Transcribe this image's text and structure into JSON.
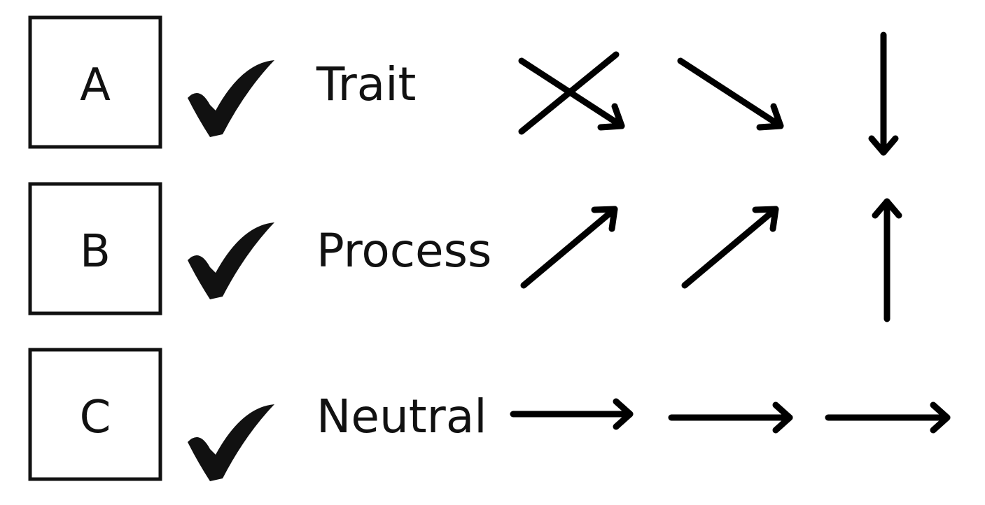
{
  "rows": [
    {
      "letter": "A",
      "label": "Trait",
      "checked": true,
      "arrows": [
        "crossed-down-right",
        "down-right",
        "down"
      ]
    },
    {
      "letter": "B",
      "label": "Process",
      "checked": true,
      "arrows": [
        "up-right",
        "up-right",
        "up"
      ]
    },
    {
      "letter": "C",
      "label": "Neutral",
      "checked": true,
      "arrows": [
        "right",
        "right",
        "right"
      ]
    }
  ],
  "icons": {
    "check": "checkmark-icon",
    "arrow": "arrow-icon",
    "cross": "cross-out-icon"
  },
  "colors": {
    "ink": "#111111",
    "background": "#ffffff"
  }
}
